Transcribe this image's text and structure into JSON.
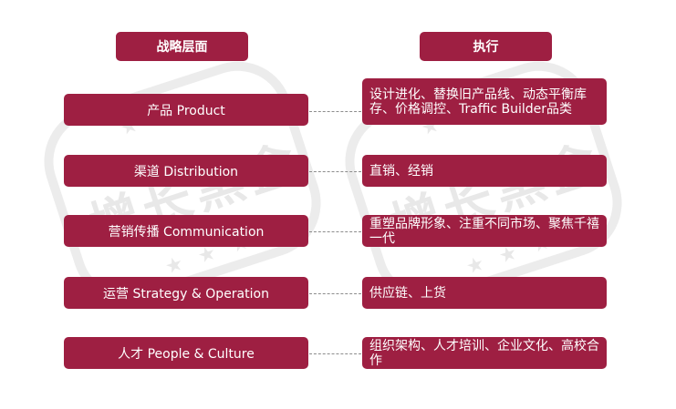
{
  "headers": {
    "left": "战略层面",
    "right": "执行"
  },
  "rows": [
    {
      "left": "产品 Product",
      "right": "设计进化、替换旧产品线、动态平衡库存、价格调控、Traffic Builder品类"
    },
    {
      "left": "渠道 Distribution",
      "right": "直销、经销"
    },
    {
      "left": "营销传播 Communication",
      "right": "重塑品牌形象、注重不同市场、聚焦千禧一代"
    },
    {
      "left": "运营 Strategy & Operation",
      "right": "供应链、上货"
    },
    {
      "left": "人才 People & Culture",
      "right": "组织架构、人才培训、企业文化、高校合作"
    }
  ],
  "watermark": {
    "text": "增长黑盒"
  },
  "colors": {
    "box": "#9e1f42",
    "connector": "#8c8c8c"
  }
}
